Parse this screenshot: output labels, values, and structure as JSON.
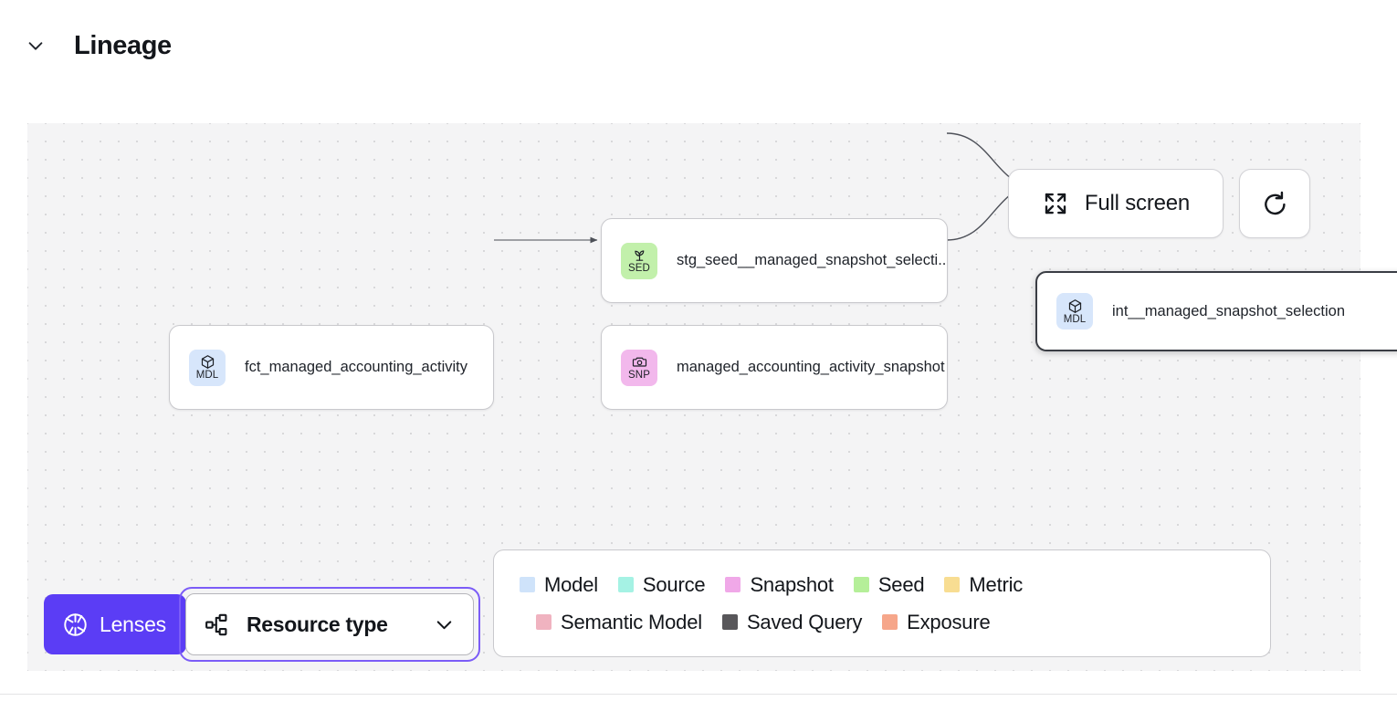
{
  "section": {
    "title": "Lineage",
    "toggle_icon": "chevron-down-icon",
    "expanded": true
  },
  "canvas": {
    "background_color": "#f4f4f5",
    "dot_color": "#d8d8da",
    "toolbar": {
      "fullscreen_label": "Full screen",
      "fullscreen_icon": "expand-arrows-icon",
      "refresh_icon": "refresh-icon"
    },
    "nodes": [
      {
        "id": "fct_managed_accounting_activity",
        "label": "fct_managed_accounting_activity",
        "badge_code": "MDL",
        "badge_icon": "cube-icon",
        "badge_color": "#d7e6fb",
        "resource_type": "Model",
        "selected": false
      },
      {
        "id": "stg_seed__managed_snapshot_selection",
        "label": "stg_seed__managed_snapshot_selecti...",
        "badge_code": "SED",
        "badge_icon": "seedling-icon",
        "badge_color": "#c2f0ab",
        "resource_type": "Seed",
        "selected": false
      },
      {
        "id": "managed_accounting_activity_snapshot",
        "label": "managed_accounting_activity_snapshot",
        "badge_code": "SNP",
        "badge_icon": "camera-icon",
        "badge_color": "#f2b8ec",
        "resource_type": "Snapshot",
        "selected": false
      },
      {
        "id": "int__managed_snapshot_selection",
        "label": "int__managed_snapshot_selection",
        "badge_code": "MDL",
        "badge_icon": "cube-icon",
        "badge_color": "#d7e6fb",
        "resource_type": "Model",
        "selected": true
      }
    ]
  },
  "controls": {
    "lenses_label": "Lenses",
    "lenses_icon": "aperture-icon",
    "lenses_color": "#5b3df5",
    "resource_type_label": "Resource type",
    "resource_type_icon": "sitemap-icon",
    "resource_type_chevron": "chevron-down-icon",
    "focus_ring_color": "#7b5cf7"
  },
  "legend": {
    "row1": [
      {
        "label": "Model",
        "color": "#cfe3fa"
      },
      {
        "label": "Source",
        "color": "#a5f2e4"
      },
      {
        "label": "Snapshot",
        "color": "#f0a8e8"
      },
      {
        "label": "Seed",
        "color": "#b5ef99"
      },
      {
        "label": "Metric",
        "color": "#f8dd92"
      }
    ],
    "row2": [
      {
        "label": "Semantic Model",
        "color": "#f0b3c0"
      },
      {
        "label": "Saved Query",
        "color": "#58575a"
      },
      {
        "label": "Exposure",
        "color": "#f6a68a"
      }
    ]
  }
}
